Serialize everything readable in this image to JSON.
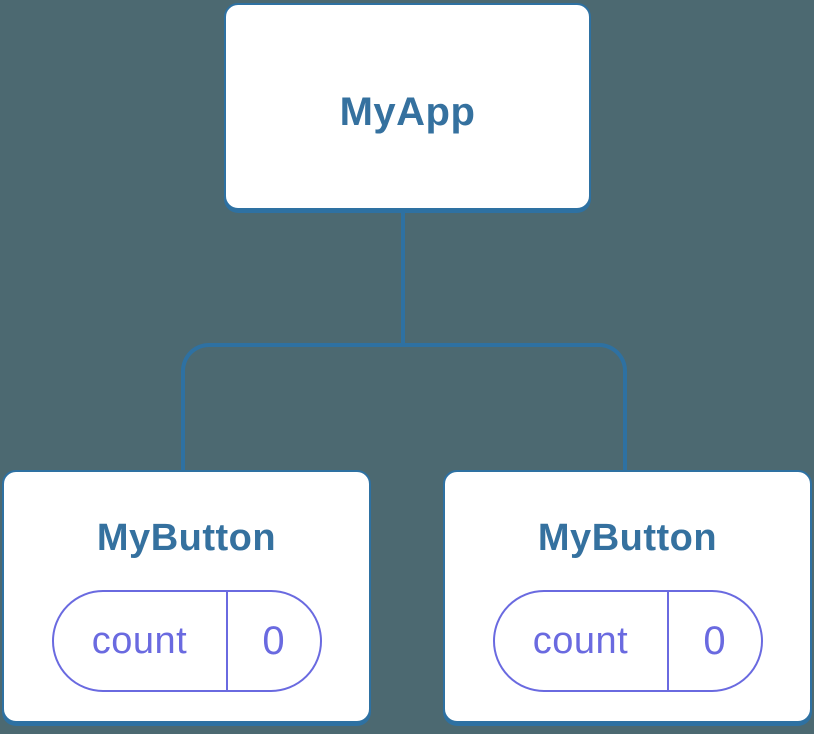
{
  "diagram": {
    "title": "component-tree-with-state",
    "colors": {
      "background": "#4C6971",
      "node_fill": "#ffffff",
      "node_border": "#2E71A2",
      "node_label": "#35719F",
      "state_accent": "#6A6AE0"
    },
    "root": {
      "label": "MyApp"
    },
    "children": [
      {
        "label": "MyButton",
        "state": {
          "key": "count",
          "value": "0"
        }
      },
      {
        "label": "MyButton",
        "state": {
          "key": "count",
          "value": "0"
        }
      }
    ]
  }
}
